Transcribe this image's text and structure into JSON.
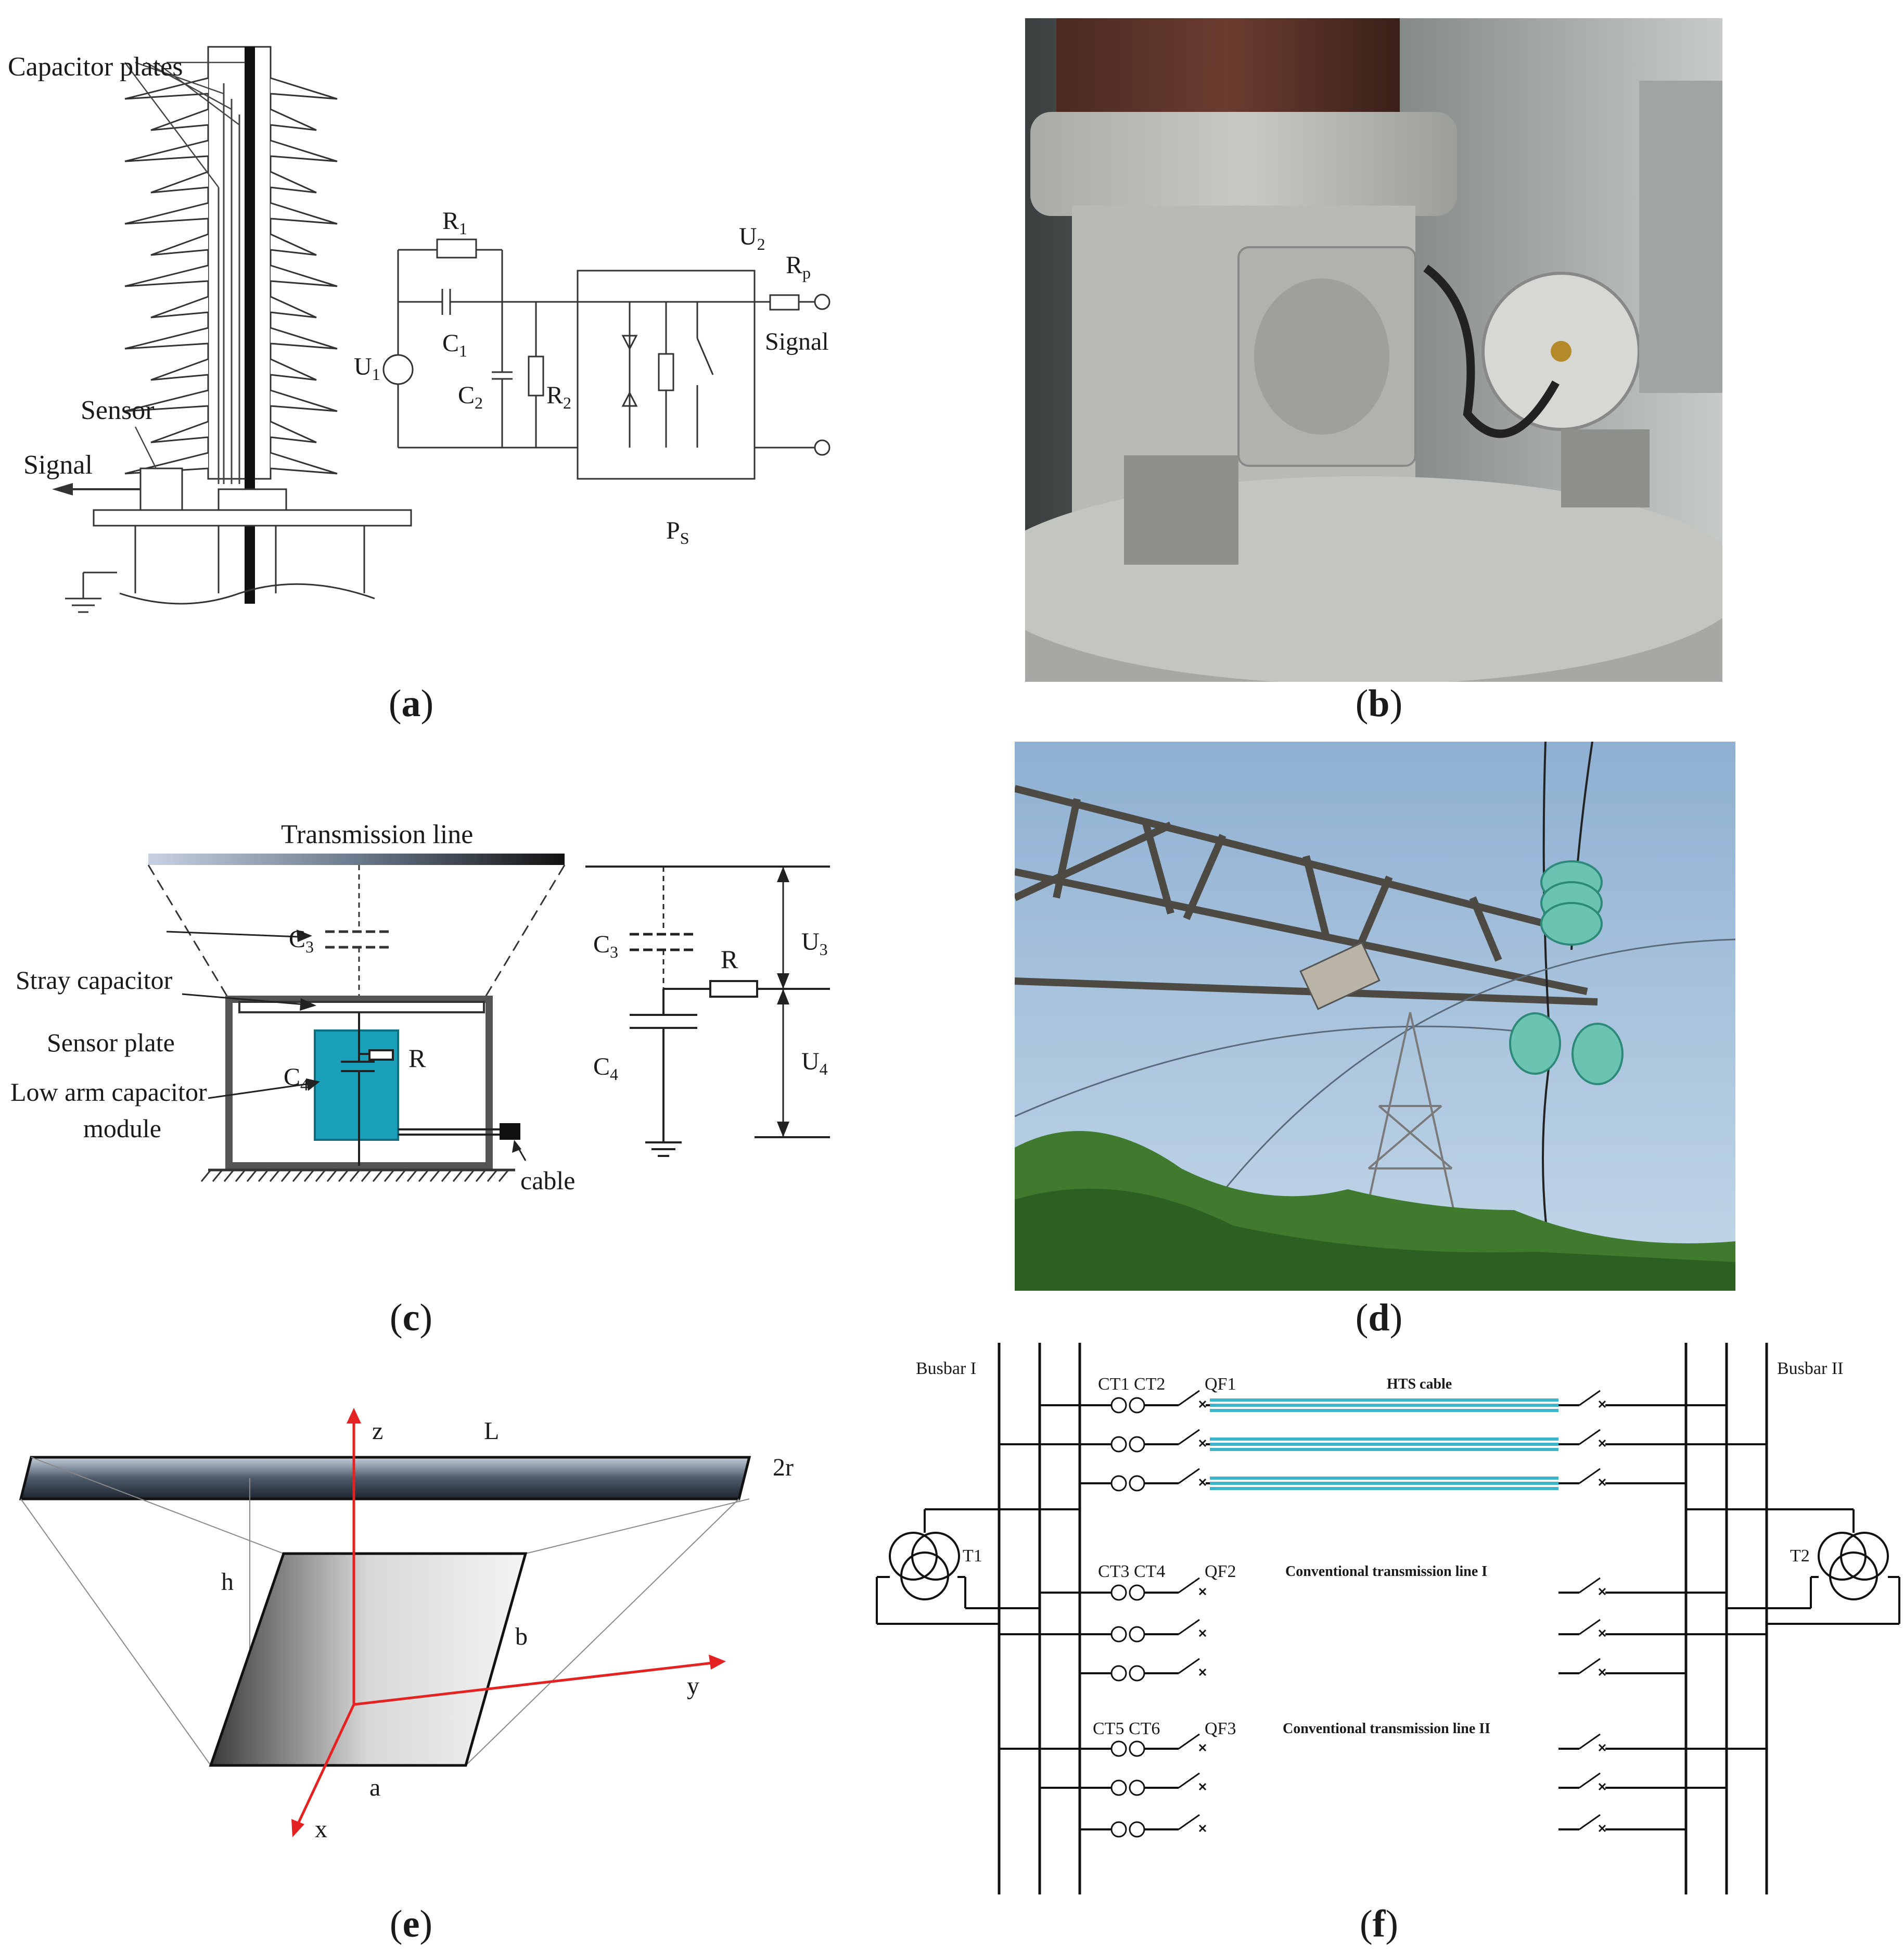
{
  "panel_a": {
    "capacitor_plates": "Capacitor plates",
    "sensor": "Sensor",
    "signal_left": "Signal",
    "r1": "R",
    "r1_sub": "1",
    "c1": "C",
    "c1_sub": "1",
    "c2": "C",
    "c2_sub": "2",
    "r2": "R",
    "r2_sub": "2",
    "u1": "U",
    "u1_sub": "1",
    "u2": "U",
    "u2_sub": "2",
    "rp": "R",
    "rp_sub": "p",
    "signal_right": "Signal",
    "ps": "P",
    "ps_sub": "S"
  },
  "panel_c": {
    "transmission_line": "Transmission line",
    "c3": "C",
    "c3_sub": "3",
    "stray_capacitor": "Stray capacitor",
    "sensor_plate": "Sensor plate",
    "c4": "C",
    "c4_sub": "4",
    "low_arm_line1": "Low arm capacitor",
    "low_arm_line2": "module",
    "r_left": "R",
    "cable": "cable",
    "c3_right": "C",
    "c3_right_sub": "3",
    "r_right": "R",
    "u3": "U",
    "u3_sub": "3",
    "c4_right": "C",
    "c4_right_sub": "4",
    "u4": "U",
    "u4_sub": "4"
  },
  "panel_e": {
    "z": "z",
    "L": "L",
    "r2": "2r",
    "h": "h",
    "b": "b",
    "y": "y",
    "a": "a",
    "x": "x"
  },
  "panel_f": {
    "busbar1": "Busbar I",
    "busbar2": "Busbar II",
    "ct1ct2": "CT1 CT2",
    "qf1": "QF1",
    "hts": "HTS cable",
    "t1": "T1",
    "t2": "T2",
    "ct3ct4": "CT3 CT4",
    "qf2": "QF2",
    "conv1": "Conventional transmission line I",
    "ct5ct6": "CT5 CT6",
    "qf3": "QF3",
    "conv2": "Conventional transmission line II"
  },
  "captions": {
    "a": "a",
    "b": "b",
    "c": "c",
    "d": "d",
    "e": "e",
    "f": "f"
  },
  "colors": {
    "cable_cyan": "#3cb4cc",
    "module_teal": "#1aa0b8",
    "axis_red": "#e52222"
  }
}
